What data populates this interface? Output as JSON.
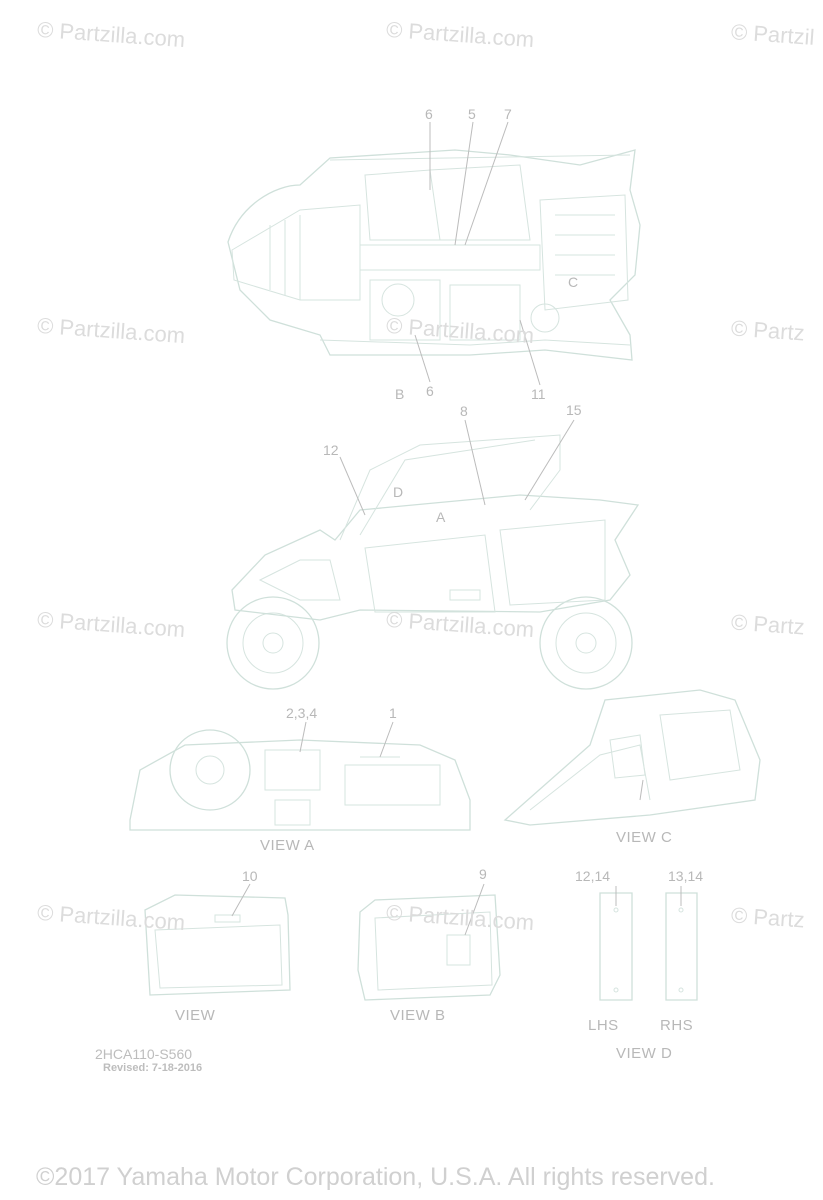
{
  "watermarks": [
    "© Partzilla.com",
    "© Partzilla.com",
    "© Partzil",
    "© Partzilla.com",
    "© Partzilla.com",
    "© Partz",
    "© Partzilla.com",
    "© Partzilla.com",
    "© Partz",
    "© Partzilla.com",
    "© Partzilla.com",
    "© Partz"
  ],
  "callouts": {
    "top_6": "6",
    "top_5": "5",
    "top_7": "7",
    "top_c": "C",
    "top_b": "B",
    "bottom_6": "6",
    "top_11": "11",
    "side_12": "12",
    "side_8": "8",
    "side_15": "15",
    "side_d": "D",
    "side_a": "A",
    "dash_234": "2,3,4",
    "dash_1": "1",
    "door_10": "10",
    "door_9": "9",
    "strip_12_14": "12,14",
    "strip_13_14": "13,14"
  },
  "views": {
    "view_a": "VIEW A",
    "view_c": "VIEW C",
    "view": "VIEW",
    "view_b": "VIEW  B",
    "lhs": "LHS",
    "rhs": "RHS",
    "view_d": "VIEW D"
  },
  "part_code": "2HCA110-S560",
  "revised": "Revised: 7-18-2016",
  "copyright": "©2017 Yamaha Motor Corporation, U.S.A. All rights reserved."
}
